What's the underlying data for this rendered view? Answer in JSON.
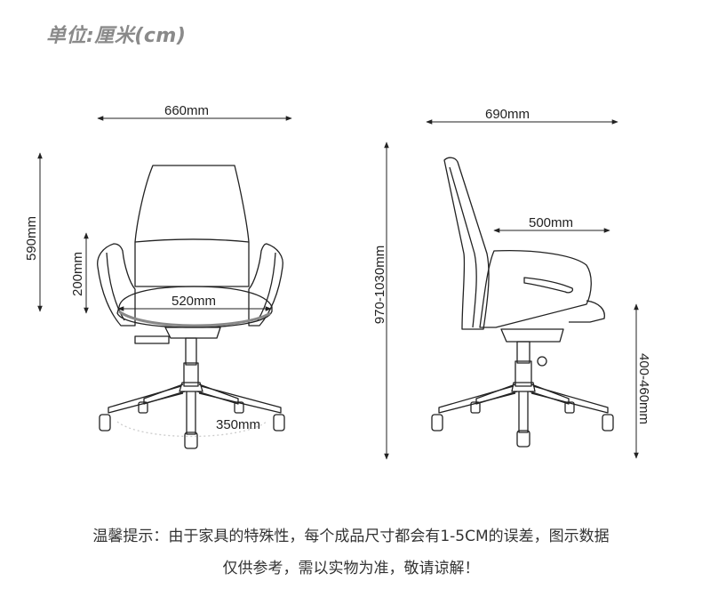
{
  "unit_title": "单位:厘米(cm)",
  "dimensions": {
    "front_width": "660mm",
    "side_depth": "690mm",
    "back_height": "590mm",
    "armrest_height": "200mm",
    "seat_width": "520mm",
    "base_radius": "350mm",
    "total_height": "970-1030mm",
    "seat_depth": "500mm",
    "seat_height": "400-460mm"
  },
  "notes": {
    "line1": "温馨提示：由于家具的特殊性，每个成品尺寸都会有1-5CM的误差，图示数据",
    "line2": "仅供参考，需以实物为准，敬请谅解！"
  },
  "colors": {
    "line": "#222222",
    "seat_shadow": "#888888",
    "title": "#8a8a8a"
  }
}
